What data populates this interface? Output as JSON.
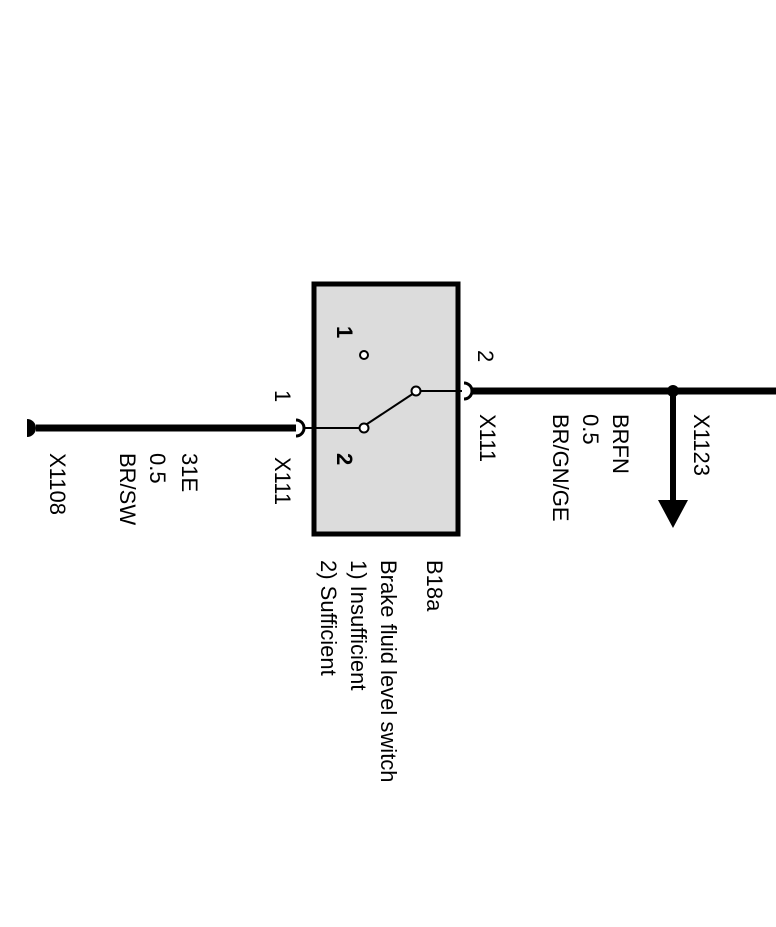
{
  "component": {
    "id": "B18a",
    "name": "Brake fluid level switch",
    "state1": "1) Insufficient",
    "state2": "2) Sufficient",
    "fill_color": "#dcdcdc",
    "switch_pos_1": "1",
    "switch_pos_2": "2"
  },
  "left_wire": {
    "pin": "1",
    "connector": "X111",
    "signal": "31E",
    "gauge": "0.5",
    "color": "BR/SW",
    "ground_connector": "X1108"
  },
  "right_wire": {
    "pin": "2",
    "connector": "X111",
    "signal": "BRFN",
    "gauge": "0.5",
    "color": "BR/GN/GE",
    "splice_connector": "X1123"
  }
}
